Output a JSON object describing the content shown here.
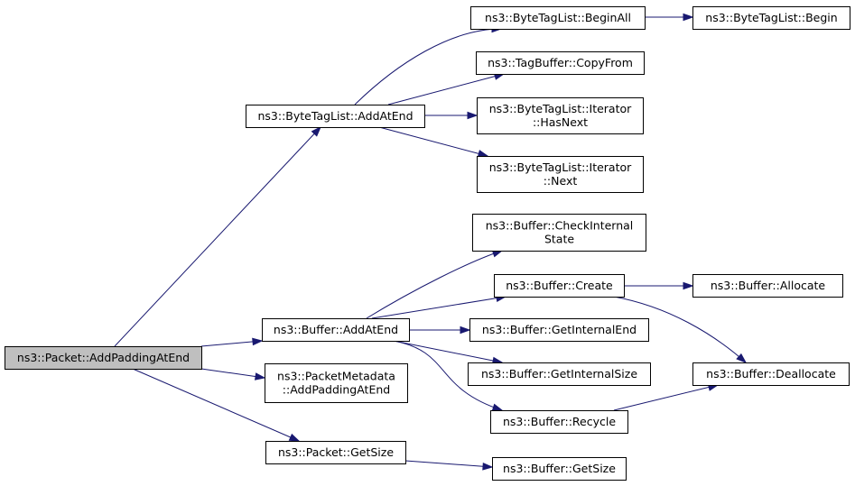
{
  "colors": {
    "edge": "#191970",
    "root_fill": "#bfbfbf",
    "node_fill": "#ffffff",
    "node_stroke": "#000000"
  },
  "nodes": {
    "packet_addpaddingatend": {
      "lines": [
        "ns3::Packet::AddPaddingAtEnd"
      ]
    },
    "bytetaglist_addatend": {
      "lines": [
        "ns3::ByteTagList::AddAtEnd"
      ]
    },
    "bytetaglist_beginall": {
      "lines": [
        "ns3::ByteTagList::BeginAll"
      ]
    },
    "bytetaglist_begin": {
      "lines": [
        "ns3::ByteTagList::Begin"
      ]
    },
    "tagbuffer_copyfrom": {
      "lines": [
        "ns3::TagBuffer::CopyFrom"
      ]
    },
    "iterator_hasnext": {
      "lines": [
        "ns3::ByteTagList::Iterator",
        "::HasNext"
      ]
    },
    "iterator_next": {
      "lines": [
        "ns3::ByteTagList::Iterator",
        "::Next"
      ]
    },
    "buffer_checkinternalstate": {
      "lines": [
        "ns3::Buffer::CheckInternal",
        "State"
      ]
    },
    "buffer_create": {
      "lines": [
        "ns3::Buffer::Create"
      ]
    },
    "buffer_allocate": {
      "lines": [
        "ns3::Buffer::Allocate"
      ]
    },
    "buffer_addatend": {
      "lines": [
        "ns3::Buffer::AddAtEnd"
      ]
    },
    "buffer_getinternalend": {
      "lines": [
        "ns3::Buffer::GetInternalEnd"
      ]
    },
    "buffer_getinternalsize": {
      "lines": [
        "ns3::Buffer::GetInternalSize"
      ]
    },
    "buffer_deallocate": {
      "lines": [
        "ns3::Buffer::Deallocate"
      ]
    },
    "packetmetadata_addpaddingatend": {
      "lines": [
        "ns3::PacketMetadata",
        "::AddPaddingAtEnd"
      ]
    },
    "buffer_recycle": {
      "lines": [
        "ns3::Buffer::Recycle"
      ]
    },
    "packet_getsize": {
      "lines": [
        "ns3::Packet::GetSize"
      ]
    },
    "buffer_getsize": {
      "lines": [
        "ns3::Buffer::GetSize"
      ]
    }
  },
  "edges": [
    [
      "packet_addpaddingatend",
      "bytetaglist_addatend"
    ],
    [
      "packet_addpaddingatend",
      "buffer_addatend"
    ],
    [
      "packet_addpaddingatend",
      "packetmetadata_addpaddingatend"
    ],
    [
      "packet_addpaddingatend",
      "packet_getsize"
    ],
    [
      "bytetaglist_addatend",
      "bytetaglist_beginall"
    ],
    [
      "bytetaglist_addatend",
      "tagbuffer_copyfrom"
    ],
    [
      "bytetaglist_addatend",
      "iterator_hasnext"
    ],
    [
      "bytetaglist_addatend",
      "iterator_next"
    ],
    [
      "bytetaglist_beginall",
      "bytetaglist_begin"
    ],
    [
      "buffer_addatend",
      "buffer_checkinternalstate"
    ],
    [
      "buffer_addatend",
      "buffer_create"
    ],
    [
      "buffer_addatend",
      "buffer_getinternalend"
    ],
    [
      "buffer_addatend",
      "buffer_getinternalsize"
    ],
    [
      "buffer_addatend",
      "buffer_recycle"
    ],
    [
      "buffer_create",
      "buffer_allocate"
    ],
    [
      "buffer_create",
      "buffer_deallocate"
    ],
    [
      "buffer_recycle",
      "buffer_deallocate"
    ],
    [
      "packet_getsize",
      "buffer_getsize"
    ]
  ]
}
